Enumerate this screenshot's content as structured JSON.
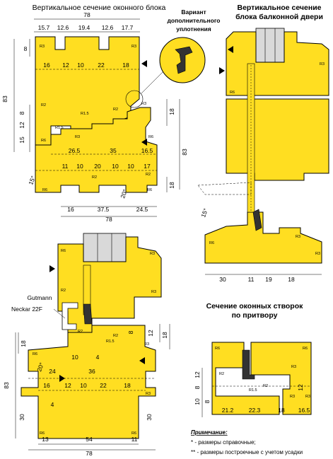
{
  "titles": {
    "window": "Вертикальное сечение оконного блока",
    "door_line1": "Вертикальное сечение",
    "door_line2": "блока балконной двери",
    "sashes_line1": "Сечение оконных створок",
    "sashes_line2": "по притвору",
    "variant_line1": "Вариант",
    "variant_line2": "дополнительного",
    "variant_line3": "уплотнения"
  },
  "labels": {
    "gutmann": "Gutmann",
    "neckar": "Neckar 22F"
  },
  "window_top": {
    "overall": "78",
    "top_dims": [
      "15.7",
      "12.6",
      "19.4",
      "12.6",
      "17.7"
    ],
    "left_8": "8",
    "row1": [
      "16",
      "12",
      "10",
      "22",
      "18"
    ],
    "left_83": "83",
    "left_8b": "8",
    "left_12": "12",
    "left_15": "15",
    "row2": [
      "26.5",
      "35",
      "16.5"
    ],
    "right_18": "18",
    "right_83": "83",
    "row3": [
      "11",
      "10",
      "20",
      "10",
      "10",
      "17"
    ],
    "angle_left": "15°",
    "angle_mid": "20°",
    "right_18b": "18",
    "bottom": [
      "16",
      "37.5",
      "24.5"
    ],
    "bottom_total": "78",
    "radii": [
      "R3",
      "R3",
      "R3",
      "R3",
      "R2",
      "R2",
      "R1.5",
      "R1.5",
      "R6",
      "R6",
      "R6",
      "R6",
      "R2",
      "R2"
    ]
  },
  "door": {
    "angle": "15°",
    "bottom": [
      "30",
      "11",
      "19",
      "18"
    ],
    "radii": [
      "R6",
      "R3",
      "R6",
      "R3",
      "R3"
    ]
  },
  "window_bottom": {
    "left_18": "18",
    "angle": "20°",
    "row1": [
      "10",
      "4"
    ],
    "row2": [
      "24",
      "36"
    ],
    "left_83": "83",
    "row3": [
      "16",
      "12",
      "10",
      "22",
      "18"
    ],
    "right_12": "12",
    "right_18": "18",
    "right_8": "8",
    "left_30": "30",
    "right_30": "30",
    "left_4": "4",
    "bottom": [
      "13",
      "54",
      "11"
    ],
    "bottom_total": "78",
    "radii": [
      "R6",
      "R3",
      "R3",
      "R2",
      "R2",
      "R1.5",
      "R6",
      "R6",
      "R3",
      "R3",
      "R2",
      "R6"
    ]
  },
  "sashes": {
    "left": [
      "12",
      "8",
      "10",
      "8"
    ],
    "right": "12",
    "bottom": [
      "21.2",
      "22.3",
      "18",
      "16.5"
    ],
    "radii": [
      "R2",
      "R1.5",
      "R2",
      "R3",
      "R6",
      "R6",
      "R3",
      "R3"
    ]
  },
  "notes": {
    "heading": "Примечание:",
    "line1": "* - размеры справочные;",
    "line2": "** - размеры построечные с учетом усадки"
  }
}
